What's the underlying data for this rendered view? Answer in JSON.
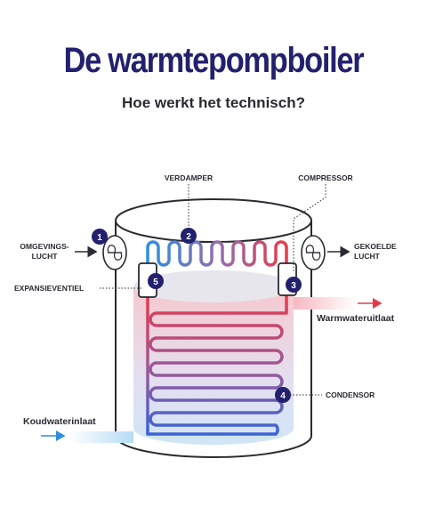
{
  "title": "De warmtepompboiler",
  "subtitle": "Hoe werkt het technisch?",
  "labels": {
    "verdamper": "VERDAMPER",
    "compressor": "COMPRESSOR",
    "omgevingslucht_1": "OMGEVINGS-",
    "omgevingslucht_2": "LUCHT",
    "gekoelde_1": "GEKOELDE",
    "gekoelde_2": "LUCHT",
    "expansieventiel": "EXPANSIEVENTIEL",
    "warmwateruitlaat": "Warmwateruitlaat",
    "condensor": "CONDENSOR",
    "koudwaterinlaat": "Koudwaterinlaat"
  },
  "badges": {
    "b1": "1",
    "b2": "2",
    "b3": "3",
    "b4": "4",
    "b5": "5"
  },
  "colors": {
    "title": "#23216e",
    "badge": "#23216e",
    "hot": "#e8394a",
    "cold": "#2b8fe0",
    "tank_outline": "#2a2a33"
  },
  "icons": [
    "fan-icon-left",
    "fan-icon-right",
    "arrow-icon"
  ]
}
